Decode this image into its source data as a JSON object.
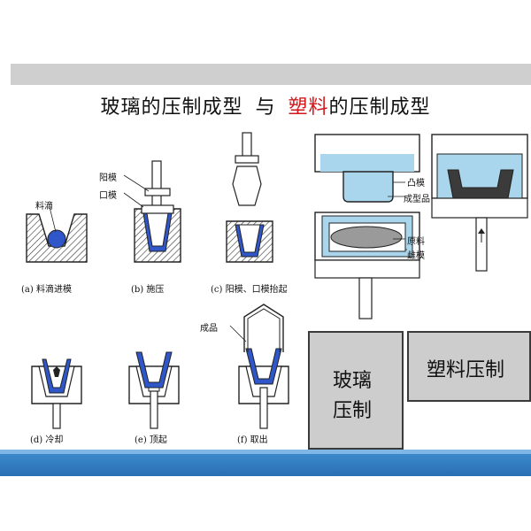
{
  "slide": {
    "title_part1": "玻璃的压制成型",
    "title_connector": "与",
    "title_part2_red": "塑料",
    "title_part3": "的压制成型",
    "accent_red": "#d0171b",
    "blue_accent": "#2a6fb3"
  },
  "glass_figure": {
    "labels": {
      "gob": "料滴",
      "plunger": "阳模",
      "ring_mold": "口模",
      "product": "成品"
    },
    "captions": [
      "(a) 料滴进模",
      "(b) 施压",
      "(c) 阳模、口模抬起",
      "(d) 冷却",
      "(e) 顶起",
      "(f) 取出"
    ]
  },
  "plastic_figure": {
    "labels": {
      "male_die": "凸模",
      "molded_part": "成型品",
      "raw_material": "原料",
      "female_die": "雌模"
    }
  },
  "boxes": {
    "glass_line1": "玻璃",
    "glass_line2": "压制",
    "plastic": "塑料压制"
  }
}
